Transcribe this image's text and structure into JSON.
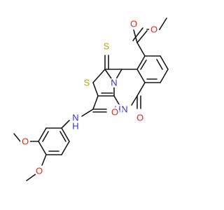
{
  "atoms": {
    "o_ester_carbonyl": {
      "symbol": "O",
      "color": "#e8251c"
    },
    "o_ester_ether": {
      "symbol": "O",
      "color": "#e8251c"
    },
    "s_thione": {
      "symbol": "S",
      "color": "#c7a300"
    },
    "s_ring": {
      "symbol": "S",
      "color": "#c7a300"
    },
    "n_ring_top": {
      "symbol": "N",
      "color": "#2f2fdc"
    },
    "nh_ring": {
      "symbol": "N",
      "h_label": "H",
      "color": "#2f2fdc"
    },
    "o_lactam": {
      "symbol": "O",
      "color": "#e8251c"
    },
    "nh_amide": {
      "symbol": "N",
      "h_label": "H",
      "color": "#2f2fdc"
    },
    "o_amide": {
      "symbol": "O",
      "color": "#e8251c"
    },
    "o_methoxy_3": {
      "symbol": "O",
      "color": "#e8251c"
    },
    "o_methoxy_4": {
      "symbol": "O",
      "color": "#e8251c"
    }
  },
  "bond_color": "#1a1a1a"
}
